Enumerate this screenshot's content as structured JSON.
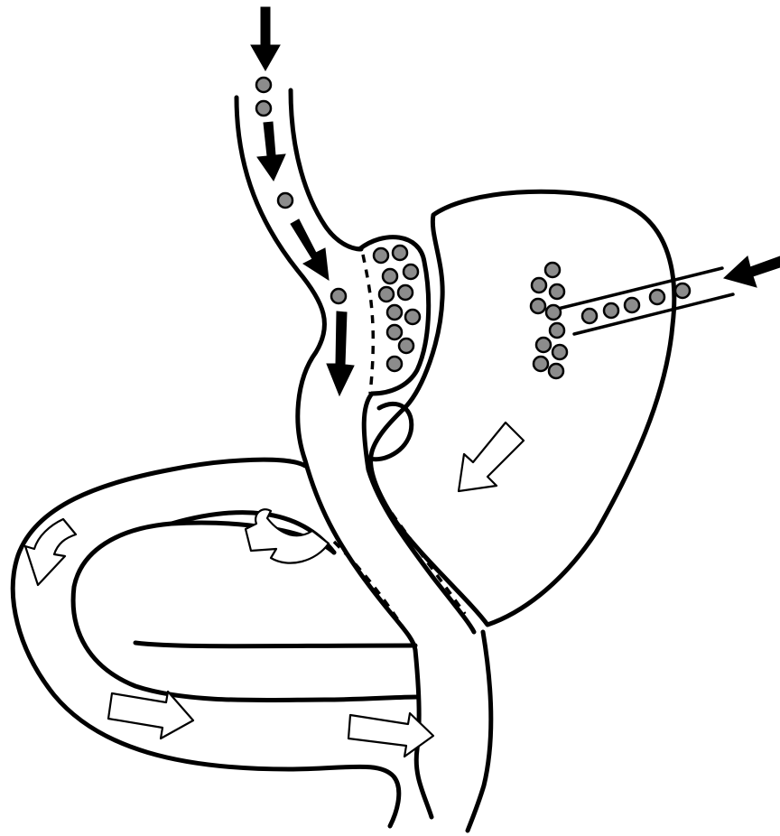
{
  "diagram": {
    "colors": {
      "background": "#ffffff",
      "line": "#000000",
      "bead": "#8c8c8c"
    },
    "icons": {
      "food_flow": "solid-black-arrow",
      "secretion_flow": "hollow-white-arrow",
      "particle": "grey-circle"
    }
  }
}
